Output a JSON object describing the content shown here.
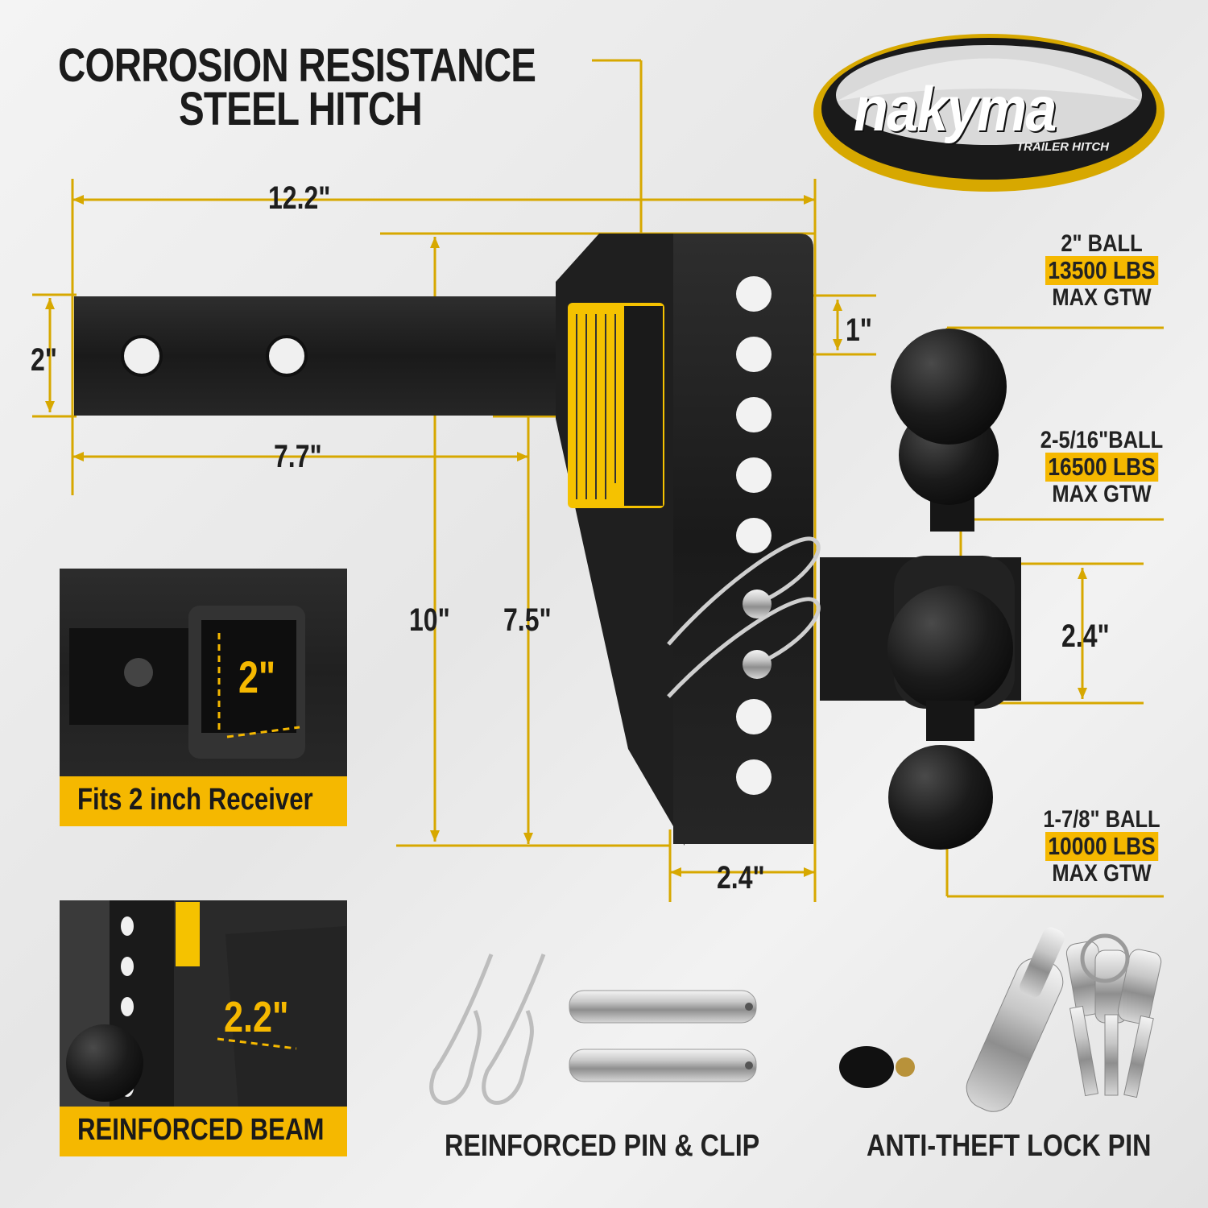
{
  "title": {
    "line1": "CORROSION RESISTANCE",
    "line2": "STEEL HITCH"
  },
  "brand": {
    "name": "nakyma",
    "tagline": "TRAILER HITCH"
  },
  "dimensions": {
    "total_length": "12.2\"",
    "shank_height": "2\"",
    "shank_length": "7.7\"",
    "hole_spacing": "1\"",
    "total_height": "10\"",
    "drop": "7.5\"",
    "mount_width": "2.4\"",
    "ball_spacing": "2.4\""
  },
  "balls": [
    {
      "size": "2\" BALL",
      "capacity": "13500 LBS",
      "unit": "MAX GTW"
    },
    {
      "size": "2-5/16\"BALL",
      "capacity": "16500 LBS",
      "unit": "MAX GTW"
    },
    {
      "size": "1-7/8\" BALL",
      "capacity": "10000 LBS",
      "unit": "MAX GTW"
    }
  ],
  "features": {
    "receiver": {
      "caption": "Fits 2 inch Receiver",
      "dimension": "2\""
    },
    "beam": {
      "caption": "REINFORCED BEAM",
      "dimension": "2.2\""
    },
    "pin_clip": "REINFORCED PIN & CLIP",
    "lock_pin": "ANTI-THEFT LOCK PIN"
  },
  "colors": {
    "accent": "#f5b800",
    "steel": "#1c1c1c",
    "text": "#222222"
  }
}
